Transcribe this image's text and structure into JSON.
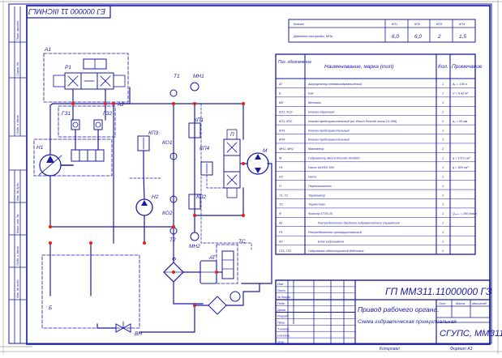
{
  "drawing": {
    "stamp_code_rotated": "EJ 000000 11 IIICHMLJ",
    "doc_code": "ГП ММЗ11.11000000 ГЗ",
    "title_line1": "Привод рабочего органа.",
    "title_line2": "Схема гидравлическая принципиальная",
    "org": "СГУПС, ММЗ11",
    "footer_left": "Копировал",
    "footer_right": "Формат  А3",
    "stamp_cols": [
      "Лит.",
      "Масса",
      "Масштаб"
    ],
    "stamp_rows": [
      "Изм",
      "Лист",
      "№ докум",
      "Подп",
      "Дата",
      "Разраб.",
      "Пров.",
      "Т.контр.",
      "Н.контр.",
      "Утв."
    ],
    "side_labels": [
      "Перв. примен.",
      "Справ. №",
      "Подп. и дата",
      "Инв. № дубл.",
      "Взам. инв. №",
      "Подп. и дата",
      "Инв. № подл."
    ]
  },
  "settings_table": {
    "header": [
      "Клапан",
      "КП1",
      "КП2",
      "КП3",
      "КП4"
    ],
    "row_label": "Давление настройки, МПа",
    "values": [
      "6,0",
      "6,0",
      "2",
      "1,5"
    ]
  },
  "spec_table": {
    "headers": [
      "Поз. обозначение",
      "Наименование, марка (тип)",
      "Кол.",
      "Примечание"
    ],
    "rows": [
      {
        "pos": "АГ",
        "name": "Аккумулятор пневмогидравлический",
        "qty": "1",
        "note": "А₀ = 156 л"
      },
      {
        "pos": "Б",
        "name": "Бак",
        "qty": "1",
        "note": "V = 0,42 м³"
      },
      {
        "pos": "ВН",
        "name": "Вентиль",
        "qty": "1",
        "note": ""
      },
      {
        "pos": "КО1, КО2",
        "name": "Клапан обратный",
        "qty": "2",
        "note": ""
      },
      {
        "pos": "КП1, КП2",
        "name": "Клапан предохранительный (кл. Bosch Rexroth типа С1-066)",
        "qty": "2",
        "note": "d₂ = 60 мм"
      },
      {
        "pos": "КП3",
        "name": "Клапан предохранительный",
        "qty": "1",
        "note": ""
      },
      {
        "pos": "КП4",
        "name": "Клапан предохранительный",
        "qty": "1",
        "note": ""
      },
      {
        "pos": "МН1, МН2",
        "name": "Манометр",
        "qty": "2",
        "note": ""
      },
      {
        "pos": "М",
        "name": "Гидромотор Bosch Rexroth НН3000",
        "qty": "1",
        "note": "q = 1713 см³"
      },
      {
        "pos": "Н1",
        "name": "Насос А4VSG 500",
        "qty": "1",
        "note": "q = 500 см³"
      },
      {
        "pos": "Н2",
        "name": "Насос",
        "qty": "1",
        "note": ""
      },
      {
        "pos": "П",
        "name": "Переключатель",
        "qty": "1",
        "note": ""
      },
      {
        "pos": "Т1, Т2",
        "name": "Термометр",
        "qty": "2",
        "note": ""
      },
      {
        "pos": "ТС",
        "name": "Термостат",
        "qty": "1",
        "note": ""
      },
      {
        "pos": "Ф",
        "name": "Фильтр 1ТЛ0-25",
        "qty": "1",
        "note": "Q₀ₒₘ = 150 л/мин"
      },
      {
        "pos": "А1",
        "name": "Распределитель двойного гидравлического управления",
        "qty": "1",
        "note": "",
        "centered": true
      },
      {
        "pos": "Р1",
        "name": "Распределитель пропорциональный",
        "qty": "1",
        "note": ""
      },
      {
        "pos": "А2",
        "name": "Блок гидрозамков",
        "qty": "1",
        "note": "",
        "centered": true
      },
      {
        "pos": "ГЗ1, ГЗ2",
        "name": "Гидрозамок односторонний действия",
        "qty": "2",
        "note": ""
      }
    ]
  },
  "schematic_labels": {
    "A1": "А1",
    "P1": "Р1",
    "A2": "А2",
    "GZ1": "ГЗ1",
    "GZ2": "ГЗ2",
    "H1": "Н1",
    "H2": "Н2",
    "T1": "Т1",
    "T2": "Т2",
    "MN1": "МН1",
    "MN2": "МН2",
    "KO1": "КО1",
    "KO2": "КО2",
    "KP1": "КП1",
    "KP2": "КП2",
    "KP3": "КП3",
    "KP4": "КП4",
    "P": "П",
    "M": "М",
    "F": "Ф",
    "AT": "АТ",
    "TC": "ТС",
    "B": "Б",
    "VN": "ВН"
  }
}
